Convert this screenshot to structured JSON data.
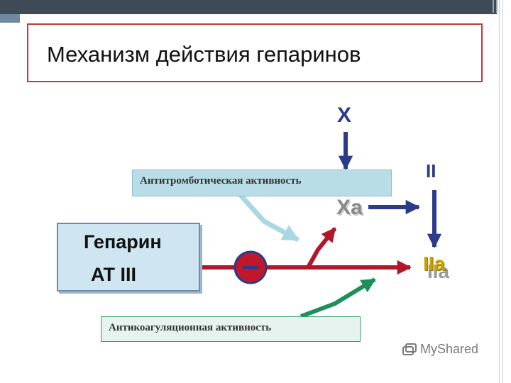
{
  "title": "Механизм действия гепаринов",
  "labels": {
    "antithrombotic": "Антитромботическая активность",
    "anticoagulant": "Антикоагуляционная активность"
  },
  "heparin_box": {
    "heparin": "Гепарин",
    "at3": "AT III"
  },
  "nodes": {
    "x": "X",
    "xa": "Xa",
    "ii": "II",
    "iia": "IIa"
  },
  "watermark": "MyShared",
  "colors": {
    "title_border": "#c0393b",
    "blue_arrow": "#2c3a8c",
    "red_arrow": "#b0182a",
    "green_arrow": "#1f8f5a",
    "light_blue_arrow": "#a9d7e3"
  }
}
